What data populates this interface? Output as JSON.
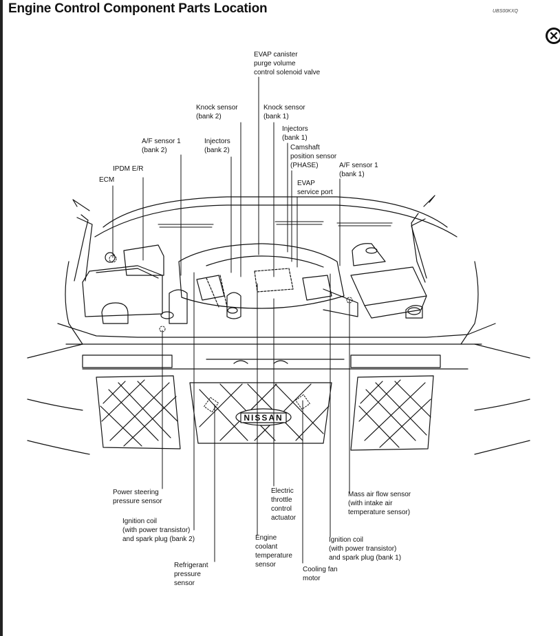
{
  "header": {
    "title": "Engine Control Component Parts Location",
    "code": "UBS00KXQ",
    "close_symbol": "✕"
  },
  "labels": {
    "evap_canister": "EVAP canister\npurge volume\ncontrol solenoid valve",
    "knock_bank2": "Knock sensor\n(bank 2)",
    "knock_bank1": "Knock sensor\n(bank 1)",
    "injectors_bank1": "Injectors\n(bank 1)",
    "camshaft": "Camshaft\nposition sensor\n(PHASE)",
    "af_bank2": "A/F sensor 1\n(bank 2)",
    "injectors_bank2": "Injectors\n(bank 2)",
    "af_bank1": "A/F sensor 1\n(bank 1)",
    "ipdm": "IPDM E/R",
    "ecm": "ECM",
    "evap_port": "EVAP\nservice port",
    "power_steering": "Power steering\npressure sensor",
    "ignition_bank2": "Ignition coil\n(with power transistor)\nand spark plug (bank 2)",
    "refrigerant": "Refrigerant\npressure\nsensor",
    "electric_throttle": "Electric\nthrottle\ncontrol\nactuator",
    "engine_coolant": "Engine\ncoolant\ntemperature\nsensor",
    "cooling_fan": "Cooling fan\nmotor",
    "maf": "Mass air flow sensor\n(with intake air\ntemperature sensor)",
    "ignition_bank1": "Ignition coil\n(with power transistor)\nand spark plug (bank 1)",
    "grille_badge": "NISSAN"
  },
  "icons": {
    "close": "close-circle-icon"
  }
}
